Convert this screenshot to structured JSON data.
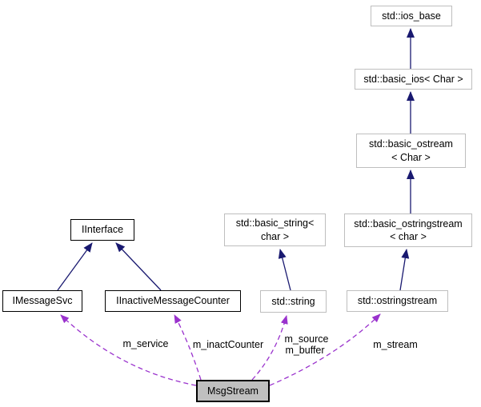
{
  "diagram": {
    "type": "collaboration-graph",
    "focus_class": "MsgStream",
    "nodes": {
      "ios_base": {
        "line1": "std::ios_base"
      },
      "basic_ios": {
        "line1": "std::basic_ios< Char >"
      },
      "basic_ostream": {
        "line1": "std::basic_ostream",
        "line2": "< Char >"
      },
      "basic_string": {
        "line1": "std::basic_string<",
        "line2": "char >"
      },
      "basic_ostringstream": {
        "line1": "std::basic_ostringstream",
        "line2": "< char >"
      },
      "iinterface": {
        "line1": "IInterface"
      },
      "imessagesvc": {
        "line1": "IMessageSvc"
      },
      "iinactivemessagecounter": {
        "line1": "IInactiveMessageCounter"
      },
      "string": {
        "line1": "std::string"
      },
      "ostringstream": {
        "line1": "std::ostringstream"
      },
      "msgstream": {
        "line1": "MsgStream"
      }
    },
    "edges": [
      {
        "from": "std::basic_ios< Char >",
        "to": "std::ios_base",
        "type": "inheritance"
      },
      {
        "from": "std::basic_ostream< Char >",
        "to": "std::basic_ios< Char >",
        "type": "inheritance"
      },
      {
        "from": "std::basic_ostringstream< char >",
        "to": "std::basic_ostream< Char >",
        "type": "inheritance"
      },
      {
        "from": "std::string",
        "to": "std::basic_string< char >",
        "type": "inheritance"
      },
      {
        "from": "std::ostringstream",
        "to": "std::basic_ostringstream< char >",
        "type": "inheritance"
      },
      {
        "from": "IMessageSvc",
        "to": "IInterface",
        "type": "inheritance"
      },
      {
        "from": "IInactiveMessageCounter",
        "to": "IInterface",
        "type": "inheritance"
      },
      {
        "from": "MsgStream",
        "to": "IMessageSvc",
        "type": "usage",
        "label": "m_service"
      },
      {
        "from": "MsgStream",
        "to": "IInactiveMessageCounter",
        "type": "usage",
        "label": "m_inactCounter"
      },
      {
        "from": "MsgStream",
        "to": "std::string",
        "type": "usage",
        "label_lines": [
          "m_source",
          "m_buffer"
        ]
      },
      {
        "from": "MsgStream",
        "to": "std::ostringstream",
        "type": "usage",
        "label": "m_stream"
      }
    ],
    "colors": {
      "inheritance_edge": "#191970",
      "usage_edge": "#9a32cd",
      "external_node_border": "#bebebe",
      "internal_node_border": "#000000",
      "focus_node_fill": "#bfbfbf",
      "node_fill": "#ffffff",
      "background": "#ffffff",
      "text": "#000000"
    }
  }
}
